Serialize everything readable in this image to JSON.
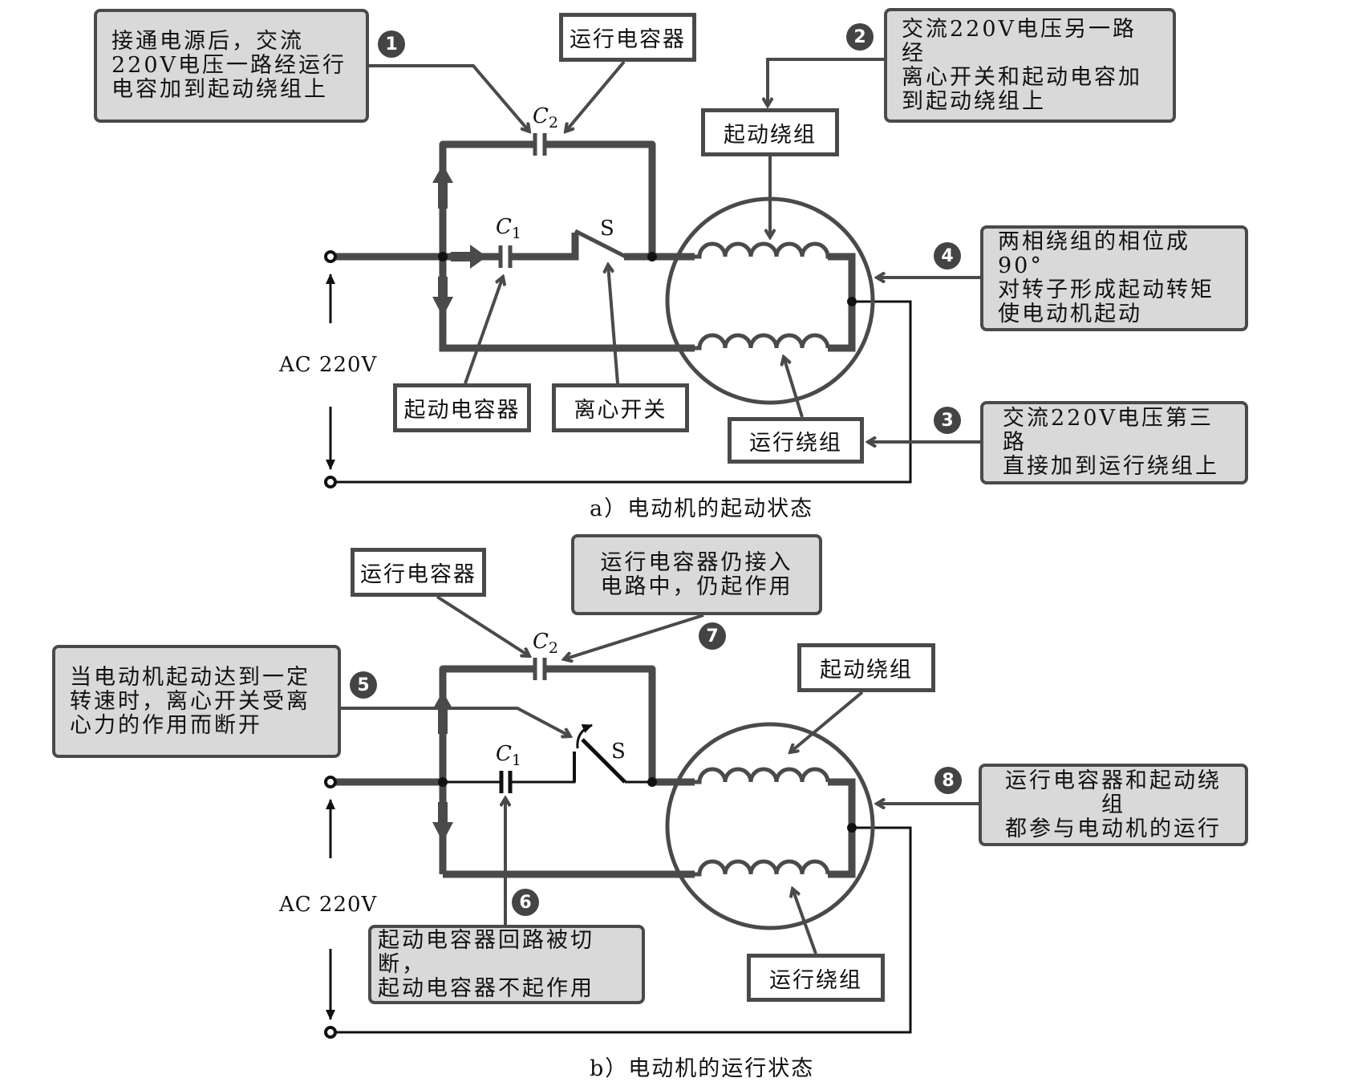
{
  "colors": {
    "wire": "#4a4a4a",
    "thin_wire": "#111111",
    "note_fill": "#d9d9d9",
    "badge": "#444444"
  },
  "panel_a": {
    "caption": "a）电动机的起动状态",
    "ac_label": "AC  220V",
    "symbols": {
      "c2": "C",
      "c2_sub": "2",
      "c1": "C",
      "c1_sub": "1",
      "s": "S"
    },
    "labels": {
      "run_capacitor": "运行电容器",
      "start_winding": "起动绕组",
      "start_capacitor": "起动电容器",
      "centrifugal_switch": "离心开关",
      "run_winding": "运行绕组"
    },
    "notes": [
      {
        "badge": "1",
        "lines": [
          "接通电源后，交流",
          "220V电压一路经运行",
          "电容加到起动绕组上"
        ]
      },
      {
        "badge": "2",
        "lines": [
          "交流220V电压另一路经",
          "离心开关和起动电容加",
          "到起动绕组上"
        ]
      },
      {
        "badge": "3",
        "lines": [
          "交流220V电压第三路",
          "直接加到运行绕组上"
        ]
      },
      {
        "badge": "4",
        "lines": [
          "两相绕组的相位成90°",
          "对转子形成起动转矩",
          "使电动机起动"
        ]
      }
    ]
  },
  "panel_b": {
    "caption": "b）电动机的运行状态",
    "ac_label": "AC  220V",
    "symbols": {
      "c2": "C",
      "c2_sub": "2",
      "c1": "C",
      "c1_sub": "1",
      "s": "S"
    },
    "labels": {
      "run_capacitor": "运行电容器",
      "start_winding": "起动绕组",
      "run_winding": "运行绕组"
    },
    "notes": [
      {
        "badge": "5",
        "lines": [
          "当电动机起动达到一定",
          "转速时，离心开关受离",
          "心力的作用而断开"
        ]
      },
      {
        "badge": "6",
        "lines": [
          "起动电容器回路被切断，",
          "起动电容器不起作用"
        ]
      },
      {
        "badge": "7",
        "lines": [
          "运行电容器仍接入",
          "电路中，仍起作用"
        ]
      },
      {
        "badge": "8",
        "lines": [
          "运行电容器和起动绕组",
          "都参与电动机的运行"
        ]
      }
    ]
  }
}
